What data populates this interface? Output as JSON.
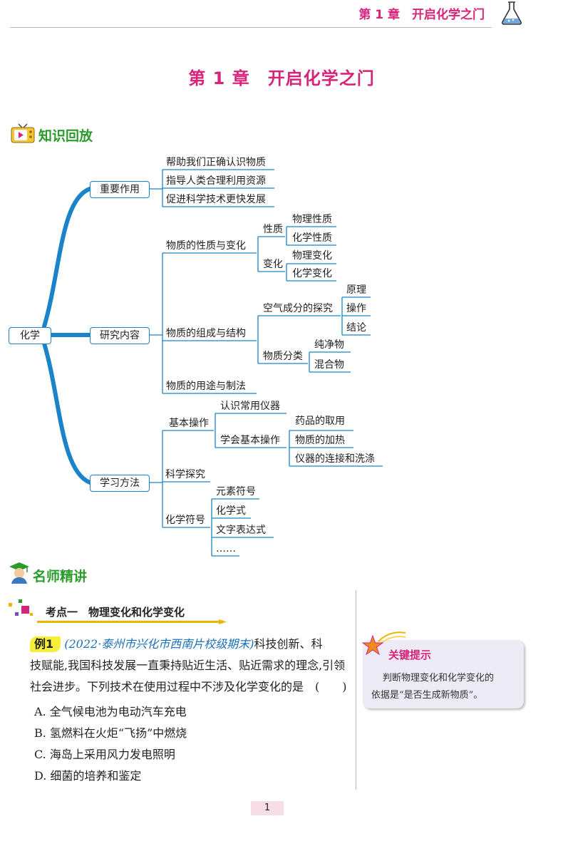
{
  "header": {
    "running_title": "第 1 章　开启化学之门"
  },
  "chapter_title": "第 1 章　开启化学之门",
  "section_knowledge": {
    "title": "知识回放"
  },
  "mindmap": {
    "root": "化学",
    "branch1": {
      "label": "重要作用",
      "items": [
        "帮助我们正确认识物质",
        "指导人类合理利用资源",
        "促进科学技术更快发展"
      ]
    },
    "branch2": {
      "label": "研究内容",
      "sub1": {
        "label": "物质的性质与变化",
        "g1": {
          "label": "性质",
          "items": [
            "物理性质",
            "化学性质"
          ]
        },
        "g2": {
          "label": "变化",
          "items": [
            "物理变化",
            "化学变化"
          ]
        }
      },
      "sub2": {
        "label": "物质的组成与结构",
        "g1": {
          "label": "空气成分的探究",
          "items": [
            "原理",
            "操作",
            "结论"
          ]
        },
        "g2": {
          "label": "物质分类",
          "items": [
            "纯净物",
            "混合物"
          ]
        }
      },
      "sub3": {
        "label": "物质的用途与制法"
      }
    },
    "branch3": {
      "label": "学习方法",
      "sub1": {
        "label": "基本操作",
        "item1": "认识常用仪器",
        "item2": {
          "label": "学会基本操作",
          "items": [
            "药品的取用",
            "物质的加热",
            "仪器的连接和洗涤"
          ]
        }
      },
      "sub2": {
        "label": "科学探究"
      },
      "sub3": {
        "label": "化学符号",
        "items": [
          "元素符号",
          "化学式",
          "文字表达式",
          "……"
        ]
      }
    }
  },
  "section_teacher": {
    "title": "名师精讲"
  },
  "topic": {
    "label": "考点一　物理变化和化学变化"
  },
  "example": {
    "label": "例1",
    "source": "(2022·泰州市兴化市西南片校级期末)",
    "line1_tail": "科技创新、科",
    "line2": "技赋能,我国科技发展一直秉持贴近生活、贴近需求的理念,引领",
    "line3": "社会进步。下列技术在使用过程中不涉及化学变化的是　(　　)",
    "options": [
      "A. 全气候电池为电动汽车充电",
      "B. 氢燃料在火炬“飞扬”中燃烧",
      "C. 海岛上采用风力发电照明",
      "D. 细菌的培养和鉴定"
    ]
  },
  "tip": {
    "title": "关键提示",
    "line1": "判断物理变化和化学变化的",
    "line2": "依据是“是否生成新物质”。"
  },
  "page_number": "1",
  "colors": {
    "accent": "#d6247a",
    "branch_blue": "#1b83c9",
    "section_green": "#2a9a2a",
    "highlight": "#f5ef3a"
  }
}
